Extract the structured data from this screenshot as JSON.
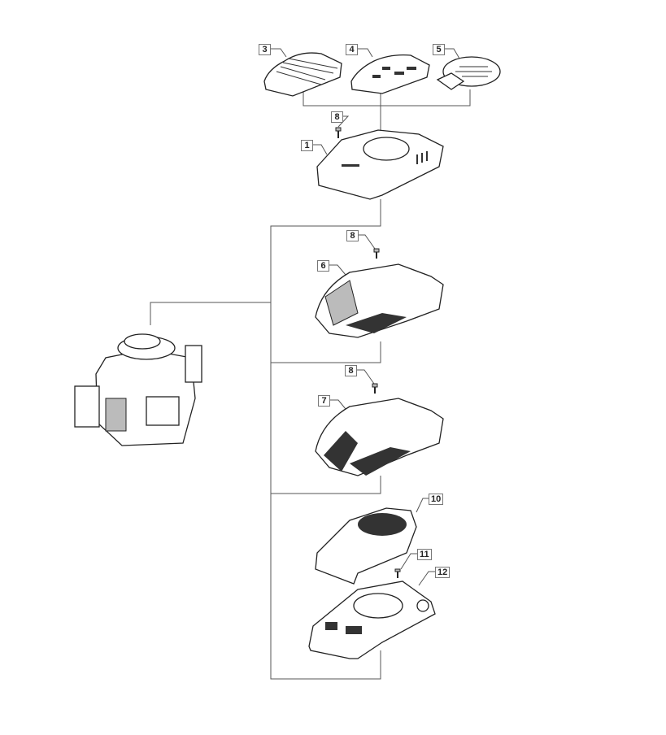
{
  "title": "Engine cover exploded parts diagram",
  "callouts": [
    "3",
    "4",
    "5",
    "8",
    "1",
    "8",
    "6",
    "8",
    "7",
    "10",
    "11",
    "12"
  ]
}
